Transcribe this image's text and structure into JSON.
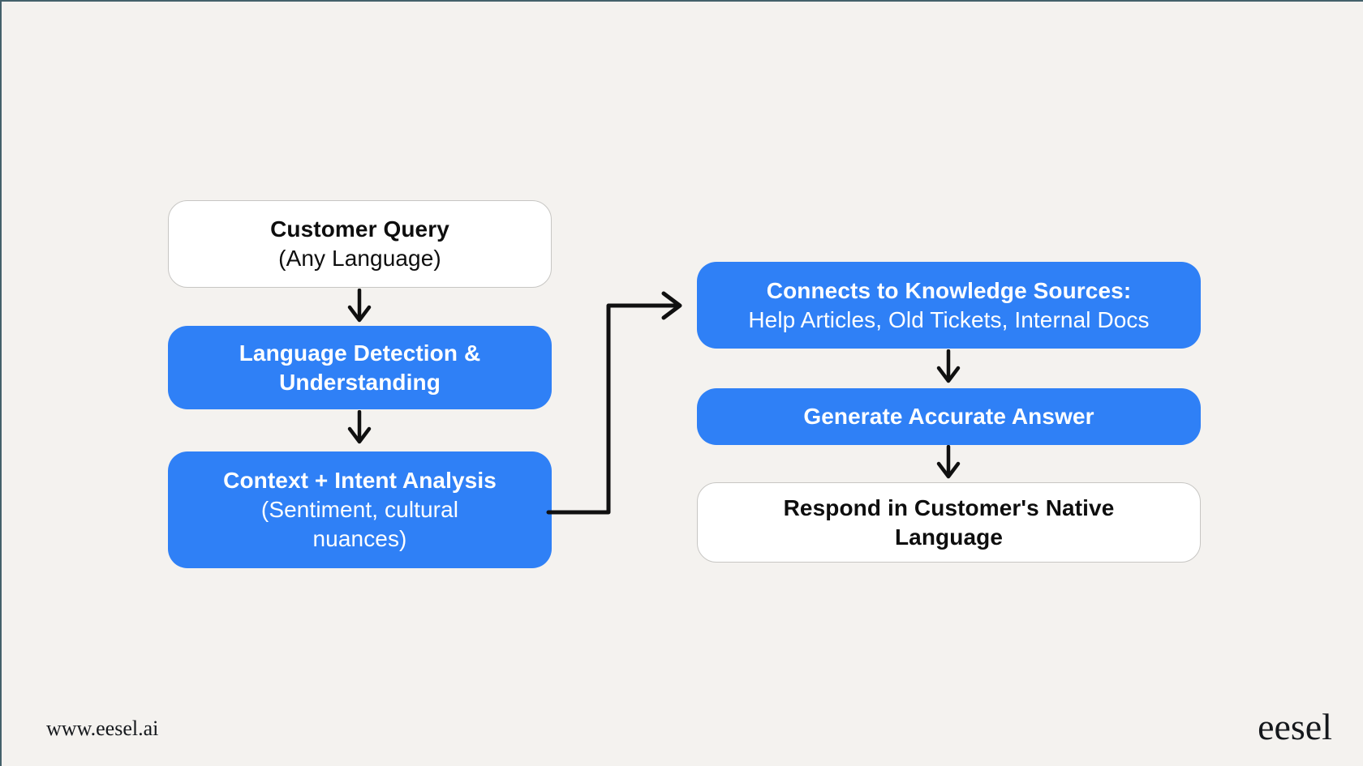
{
  "colors": {
    "page-bg": "#f4f2ef",
    "accent-blue": "#2f80f6",
    "arrow-color": "#101010",
    "frame-border": "#44616b"
  },
  "flowchart": {
    "nodes": {
      "customer_query": {
        "line1": "Customer Query",
        "line2": "(Any Language)"
      },
      "language_detection": {
        "line1": "Language Detection &",
        "line2": "Understanding"
      },
      "context_intent": {
        "line1": "Context + Intent Analysis",
        "line2": "(Sentiment, cultural",
        "line3": "nuances)"
      },
      "knowledge_sources": {
        "line1": "Connects to Knowledge Sources:",
        "line2": "Help Articles, Old Tickets, Internal Docs"
      },
      "generate_answer": {
        "line1": "Generate Accurate Answer"
      },
      "respond_native": {
        "line1": "Respond in Customer's Native",
        "line2": "Language"
      }
    }
  },
  "footer": {
    "url": "www.eesel.ai",
    "brand": "eesel"
  }
}
